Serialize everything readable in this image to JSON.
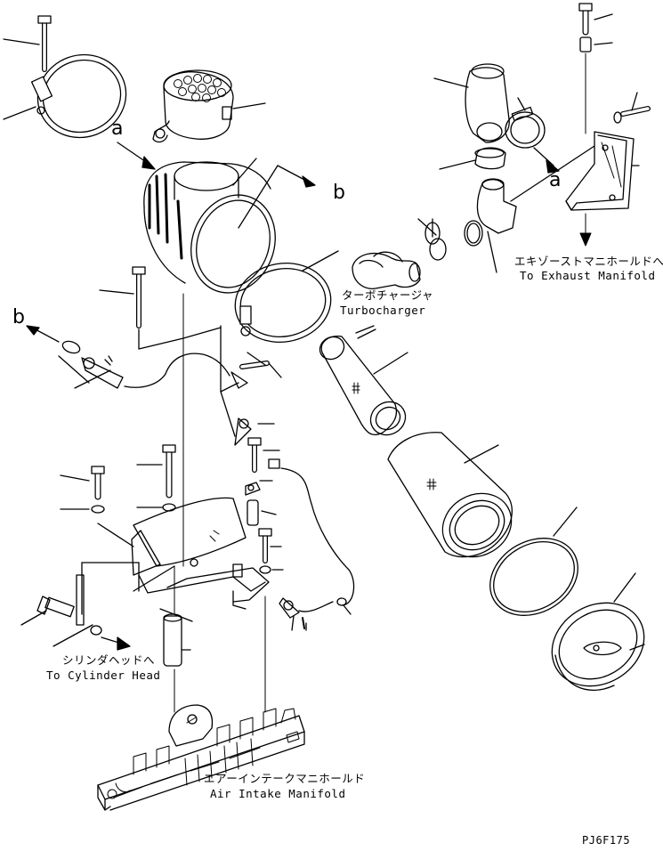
{
  "labels": {
    "exhaust_jp": "エキゾーストマニホールドへ",
    "exhaust_en": "To Exhaust Manifold",
    "turbo_jp": "ターボチャージャ",
    "turbo_en": "Turbocharger",
    "cylinder_jp": "シリンダヘッドへ",
    "cylinder_en": "To Cylinder Head",
    "intake_jp": "エアーインテークマニホールド",
    "intake_en": "Air Intake Manifold",
    "ref_a": "a",
    "ref_b": "b",
    "drawing_code": "PJ6F175"
  },
  "colors": {
    "line": "#000000",
    "background": "#ffffff"
  }
}
